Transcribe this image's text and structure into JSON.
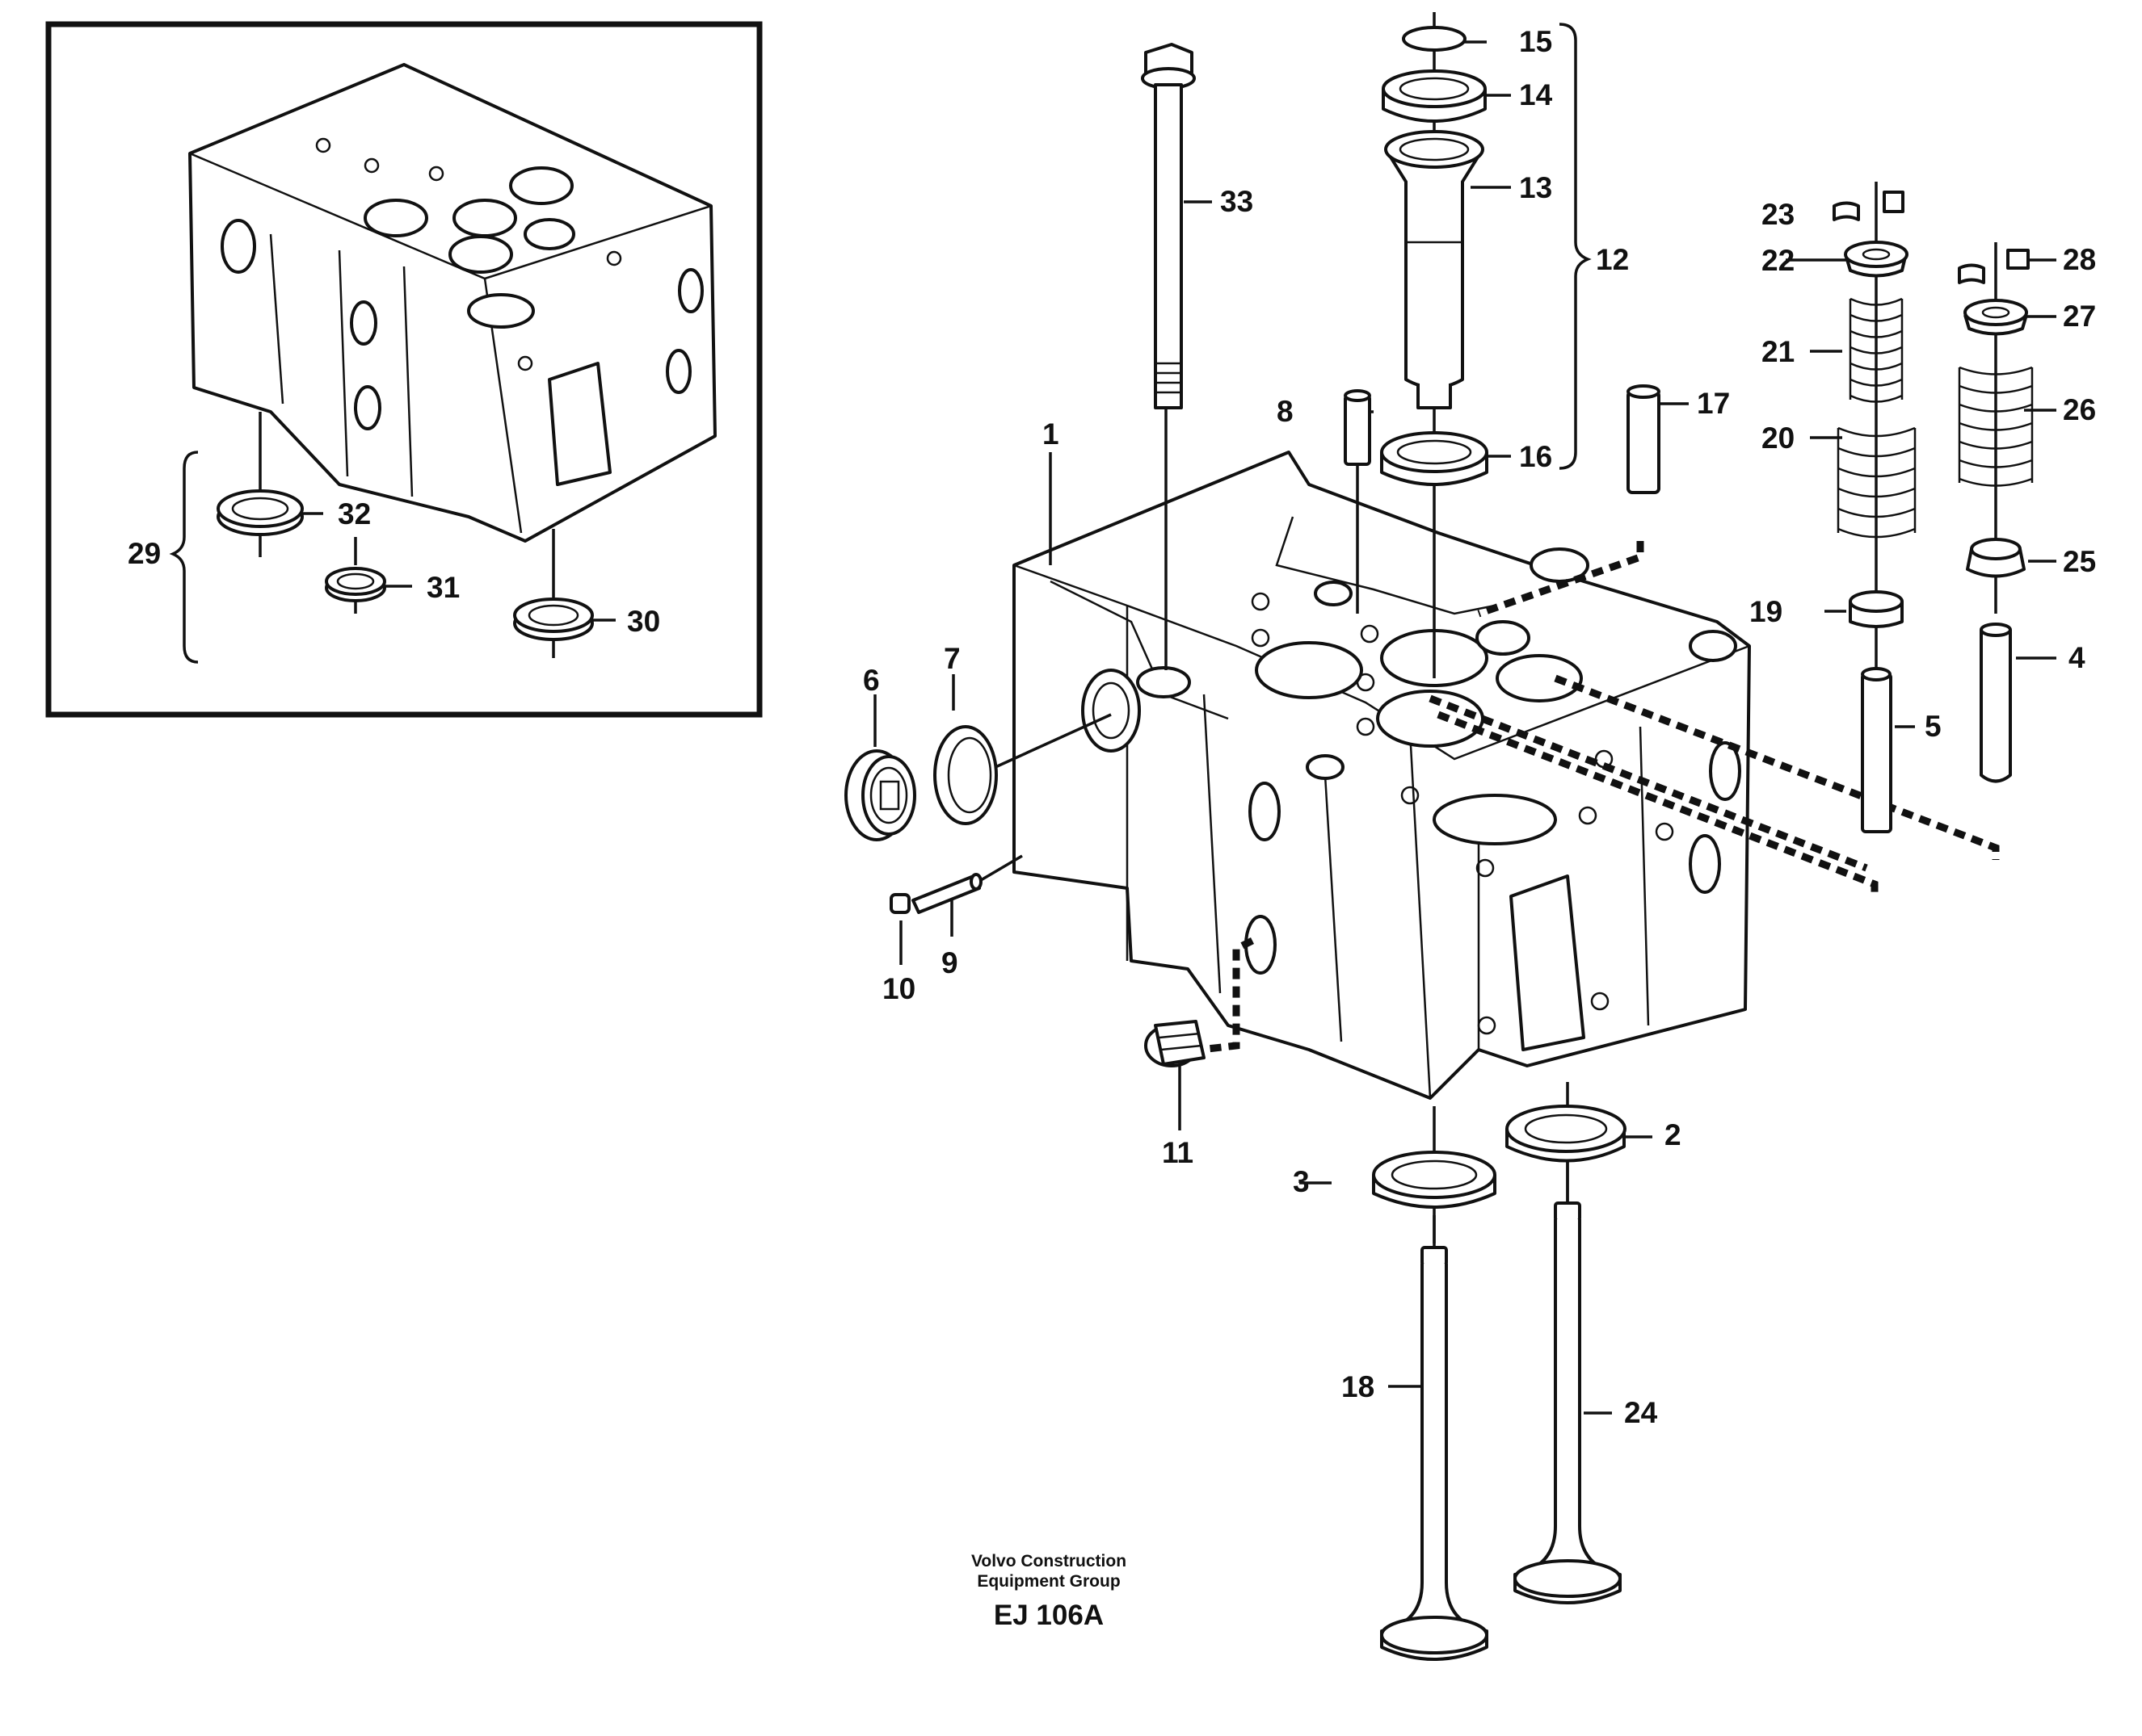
{
  "inset": {
    "labels": {
      "p29": "29",
      "p30": "30",
      "p31": "31",
      "p32": "32"
    }
  },
  "main": {
    "labels": {
      "p1": "1",
      "p2": "2",
      "p3": "3",
      "p4": "4",
      "p5": "5",
      "p6": "6",
      "p7": "7",
      "p8": "8",
      "p9": "9",
      "p10": "10",
      "p11": "11",
      "p12": "12",
      "p13": "13",
      "p14": "14",
      "p15": "15",
      "p16": "16",
      "p17": "17",
      "p18": "18",
      "p19": "19",
      "p20": "20",
      "p21": "21",
      "p22": "22",
      "p23": "23",
      "p24": "24",
      "p25": "25",
      "p26": "26",
      "p27": "27",
      "p28": "28",
      "p33": "33"
    }
  },
  "caption": {
    "line1": "Volvo Construction",
    "line2": "Equipment Group",
    "code": "EJ 106A"
  }
}
